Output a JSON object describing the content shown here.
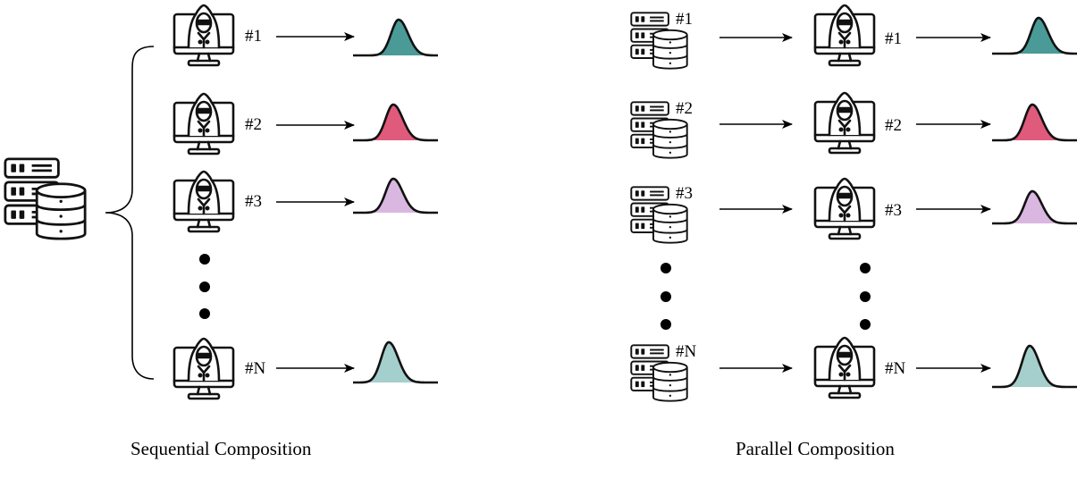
{
  "sequential": {
    "caption": "Sequential Composition",
    "rows": [
      {
        "label": "#1",
        "color": "#4a9a98"
      },
      {
        "label": "#2",
        "color": "#e05a7c"
      },
      {
        "label": "#3",
        "color": "#d9b7e0"
      },
      {
        "label": "#N",
        "color": "#a4cfcc"
      }
    ]
  },
  "parallel": {
    "caption": "Parallel Composition",
    "rows": [
      {
        "label": "#1",
        "color": "#4a9a98"
      },
      {
        "label": "#2",
        "color": "#e05a7c"
      },
      {
        "label": "#3",
        "color": "#d9b7e0"
      },
      {
        "label": "#N",
        "color": "#a4cfcc"
      }
    ]
  },
  "icons": {
    "database": "database-server-icon",
    "user": "hacker-computer-icon",
    "distribution": "gaussian-curve-icon"
  }
}
